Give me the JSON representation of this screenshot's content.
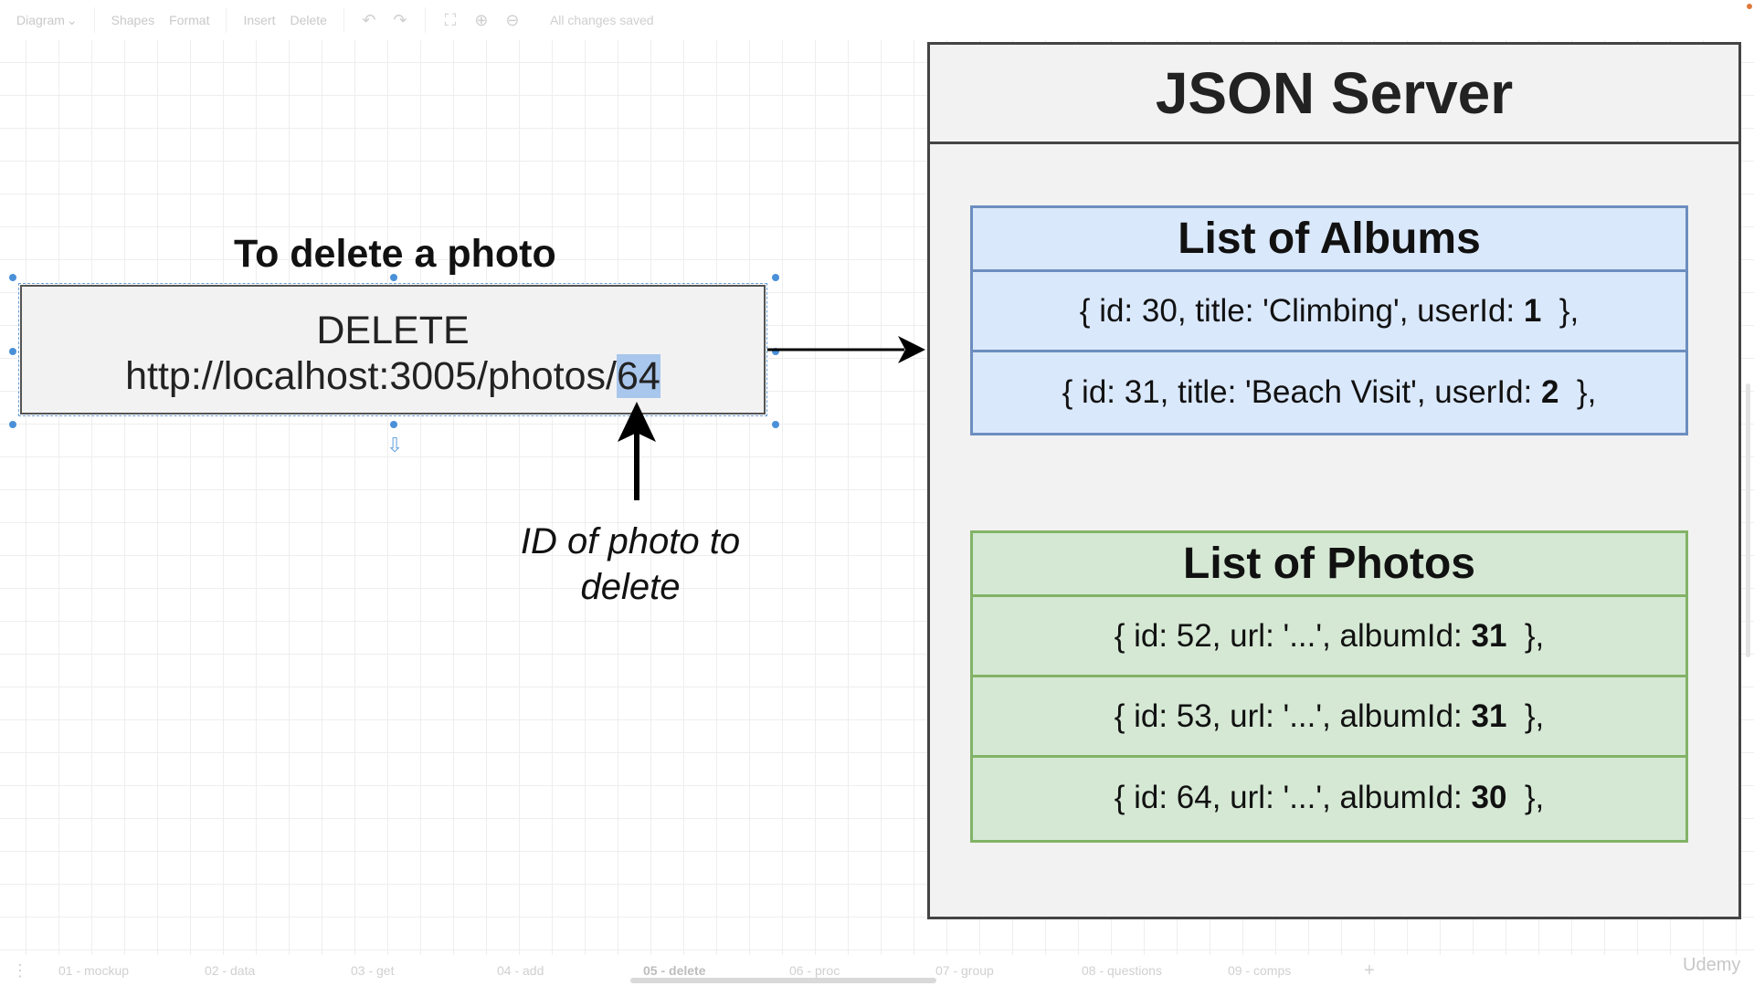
{
  "toolbar": {
    "diagram": "Diagram",
    "shapes": "Shapes",
    "format": "Format",
    "insert": "Insert",
    "delete": "Delete",
    "status": "All changes saved"
  },
  "request": {
    "title": "To delete a photo",
    "method": "DELETE",
    "url_prefix": "http://localhost:3005/photos/",
    "url_id": "64",
    "caption": "ID of photo to delete"
  },
  "server": {
    "title": "JSON Server",
    "albums": {
      "title": "List of Albums",
      "rows": [
        {
          "pre": "{ id: 30, title: 'Climbing', userId: ",
          "bold": "1",
          "post": "  },"
        },
        {
          "pre": "{ id: 31, title: 'Beach Visit', userId: ",
          "bold": "2",
          "post": "  },"
        }
      ]
    },
    "photos": {
      "title": "List of Photos",
      "rows": [
        {
          "pre": "{ id: 52, url: '...', albumId: ",
          "bold": "31",
          "post": "  },"
        },
        {
          "pre": "{ id: 53, url: '...', albumId: ",
          "bold": "31",
          "post": "  },"
        },
        {
          "pre": "{ id: 64, url: '...', albumId: ",
          "bold": "30",
          "post": "  },"
        }
      ]
    }
  },
  "tabs": [
    {
      "label": "01 - mockup"
    },
    {
      "label": "02 - data"
    },
    {
      "label": "03 - get"
    },
    {
      "label": "04 - add"
    },
    {
      "label": "05 - delete",
      "active": true
    },
    {
      "label": "06 - proc"
    },
    {
      "label": "07 - group"
    },
    {
      "label": "08 - questions"
    },
    {
      "label": "09 - comps"
    }
  ],
  "brand": "Udemy",
  "colors": {
    "albums_fill": "#dae8fc",
    "albums_stroke": "#6c8ebf",
    "photos_fill": "#d5e8d4",
    "photos_stroke": "#82b366",
    "selection": "#4a90d9",
    "highlight": "#a9c6ec"
  }
}
